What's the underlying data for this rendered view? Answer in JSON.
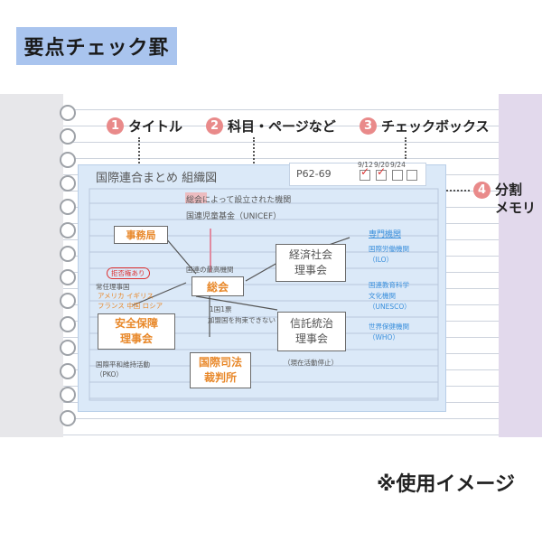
{
  "header": {
    "title": "要点チェック罫"
  },
  "callouts": [
    {
      "num": "1",
      "text": "タイトル"
    },
    {
      "num": "2",
      "text": "科目・ページなど"
    },
    {
      "num": "3",
      "text": "チェックボックス"
    },
    {
      "num": "4",
      "text": "分割\nメモリ"
    }
  ],
  "note": {
    "title": "国際連合まとめ 組織図",
    "page_ref": "P62-69",
    "check_dates": [
      "9/12",
      "9/20",
      "9/24"
    ],
    "established": "総会によって設立された機関",
    "unicef": "国連児童基金（UNICEF）",
    "secretariat": "事務局",
    "general_assembly": "総会",
    "ga_caption": "国連の最高機関",
    "vote": "1国1票",
    "vote_note": "加盟国を拘束できない",
    "veto": "拒否権あり",
    "permanent": "常任理事国",
    "permanent_members": "アメリカ イギリス\nフランス 中国 ロシア",
    "security_council": "安全保障\n理事会",
    "pko": "国際平和維持活動\n（PKO）",
    "ecosoc": "経済社会\n理事会",
    "trusteeship": "信託統治\n理事会",
    "trust_note": "（現在活動停止）",
    "icj": "国際司法\n裁判所",
    "specialized": "専門機関",
    "ilo": "国際労働機関\n（ILO）",
    "unesco": "国連教育科学\n文化機関\n（UNESCO）",
    "who": "世界保健機関\n（WHO）"
  },
  "footer": {
    "text": "※使用イメージ"
  }
}
